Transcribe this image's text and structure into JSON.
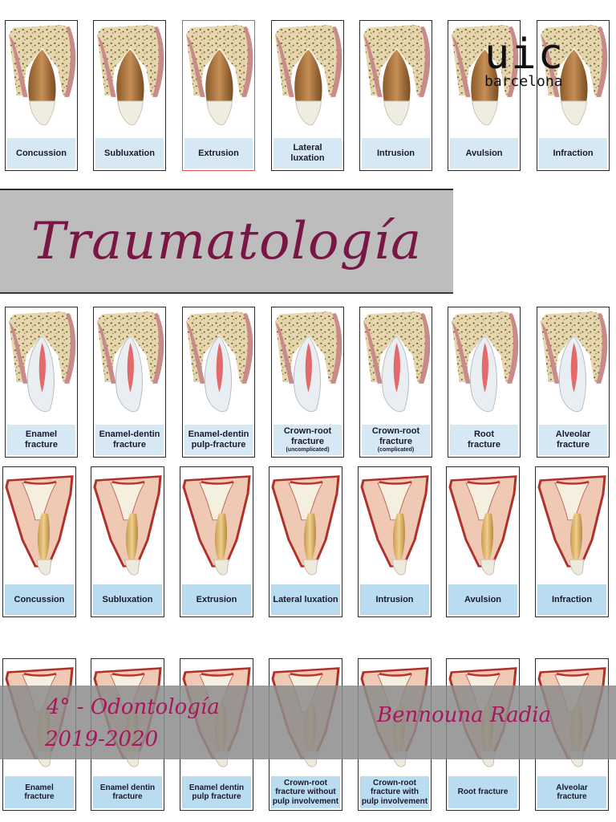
{
  "logo": {
    "main": "uic",
    "sub": "barcelona"
  },
  "title": "Traumatología",
  "footer": {
    "course": "4° - Odontología",
    "year": "2019-2020",
    "author": "Bennouna Radia"
  },
  "colors": {
    "title": "#7a1646",
    "footer_text": "#a8165c",
    "band_grey": "#bdbdbd",
    "label_bg": "#d7e8f5",
    "highlight_border": "#e0505a"
  },
  "row1": [
    {
      "label": "Concussion",
      "icon": "tooth-concussion",
      "highlight": false
    },
    {
      "label": "Subluxation",
      "icon": "tooth-subluxation",
      "highlight": false
    },
    {
      "label": "Extrusion",
      "icon": "tooth-extrusion",
      "highlight": true
    },
    {
      "label": "Lateral\nluxation",
      "icon": "tooth-lateral-luxation",
      "highlight": false
    },
    {
      "label": "Intrusion",
      "icon": "tooth-intrusion",
      "highlight": false
    },
    {
      "label": "Avulsion",
      "icon": "tooth-avulsion",
      "highlight": false
    },
    {
      "label": "Infraction",
      "icon": "tooth-infraction",
      "highlight": false
    }
  ],
  "row2": [
    {
      "label": "Enamel\nfracture",
      "note": ""
    },
    {
      "label": "Enamel-dentin\nfracture",
      "note": ""
    },
    {
      "label": "Enamel-dentin\npulp-fracture",
      "note": ""
    },
    {
      "label": "Crown-root\nfracture",
      "note": "(uncomplicated)"
    },
    {
      "label": "Crown-root\nfracture",
      "note": "(complicated)"
    },
    {
      "label": "Root\nfracture",
      "note": ""
    },
    {
      "label": "Alveolar\nfracture",
      "note": ""
    }
  ],
  "row3": [
    {
      "label": "Concussion"
    },
    {
      "label": "Subluxation"
    },
    {
      "label": "Extrusion"
    },
    {
      "label": "Lateral luxation"
    },
    {
      "label": "Intrusion"
    },
    {
      "label": "Avulsion"
    },
    {
      "label": "Infraction"
    }
  ],
  "row4": [
    {
      "label": "Enamel\nfracture"
    },
    {
      "label": "Enamel dentin\nfracture"
    },
    {
      "label": "Enamel dentin\npulp fracture"
    },
    {
      "label": "Crown-root\nfracture without\npulp involvement"
    },
    {
      "label": "Crown-root\nfracture with\npulp involvement"
    },
    {
      "label": "Root fracture"
    },
    {
      "label": "Alveolar\nfracture"
    }
  ]
}
